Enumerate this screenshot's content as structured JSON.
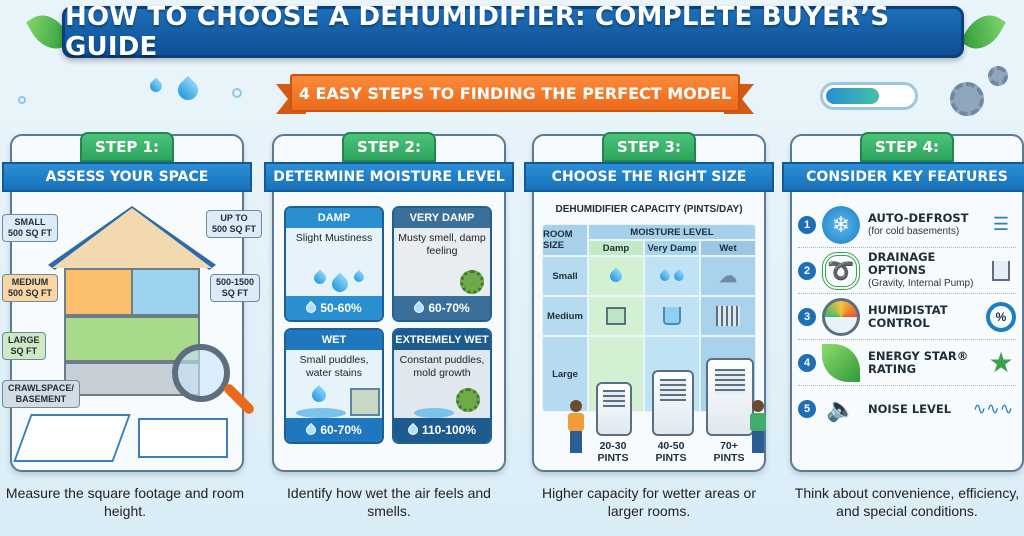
{
  "header": {
    "title": "HOW TO CHOOSE A DEHUMIDIFIER: COMPLETE BUYER’S GUIDE",
    "subtitle": "4 EASY STEPS TO FINDING THE PERFECT MODEL"
  },
  "steps": [
    {
      "tab": "STEP 1:",
      "title": "ASSESS YOUR SPACE",
      "tags": [
        {
          "label": "SMALL\n500 SQ FT",
          "side": "left"
        },
        {
          "label": "UP TO\n500 SQ FT",
          "side": "right"
        },
        {
          "label": "MEDIUM\n500 SQ FT",
          "side": "left"
        },
        {
          "label": "500-1500\nSQ FT",
          "side": "right"
        },
        {
          "label": "LARGE\nSQ FT",
          "side": "left"
        },
        {
          "label": "CRAWLSPACE/\nBASEMENT",
          "side": "left"
        }
      ],
      "caption": "Measure the square footage and room height."
    },
    {
      "tab": "STEP 2:",
      "title": "DETERMINE MOISTURE LEVEL",
      "levels": [
        {
          "name": "DAMP",
          "desc": "Slight Mustiness",
          "range": "50-60%",
          "color": "#2a8fd0"
        },
        {
          "name": "VERY DAMP",
          "desc": "Musty smell, damp feeling",
          "range": "60-70%",
          "color": "#3a6f9a"
        },
        {
          "name": "WET",
          "desc": "Small puddles, water stains",
          "range": "60-70%",
          "color": "#1f78bf"
        },
        {
          "name": "EXTREMELY WET",
          "desc": "Constant puddles, mold growth",
          "range": "110-100%",
          "color": "#1d5a8e"
        }
      ],
      "caption": "Identify how wet the air feels and smells."
    },
    {
      "tab": "STEP 3:",
      "title": "CHOOSE THE RIGHT SIZE",
      "table_title": "DEHUMIDIFIER CAPACITY (PINTS/DAY)",
      "row_header": "ROOM SIZE",
      "col_group": "MOISTURE LEVEL",
      "columns": [
        "Damp",
        "Very Damp",
        "Wet"
      ],
      "rows": [
        "Small",
        "Medium",
        "Large"
      ],
      "capacities": [
        "20-30\nPINTS",
        "40-50\nPINTS",
        "70+\nPINTS"
      ],
      "caption": "Higher capacity for wetter areas or larger rooms."
    },
    {
      "tab": "STEP 4:",
      "title": "CONSIDER KEY FEATURES",
      "features": [
        {
          "num": "1",
          "title": "AUTO-DEFROST",
          "sub": "(for cold basements)",
          "icon": "snowflake-icon"
        },
        {
          "num": "2",
          "title": "DRAINAGE OPTIONS",
          "sub": "(Gravity, Internal Pump)",
          "icon": "hose-icon"
        },
        {
          "num": "3",
          "title": "HUMIDISTAT CONTROL",
          "sub": "",
          "icon": "gauge-icon"
        },
        {
          "num": "4",
          "title": "ENERGY STAR® RATING",
          "sub": "",
          "icon": "leaf-icon"
        },
        {
          "num": "5",
          "title": "NOISE LEVEL",
          "sub": "",
          "icon": "speaker-icon"
        }
      ],
      "caption": "Think about convenience, efficiency, and special conditions."
    }
  ],
  "colors": {
    "title_blue": "#0f4f96",
    "ribbon_orange": "#ec6a1c",
    "step_green": "#2ea55c",
    "step_blue": "#1871b8"
  }
}
